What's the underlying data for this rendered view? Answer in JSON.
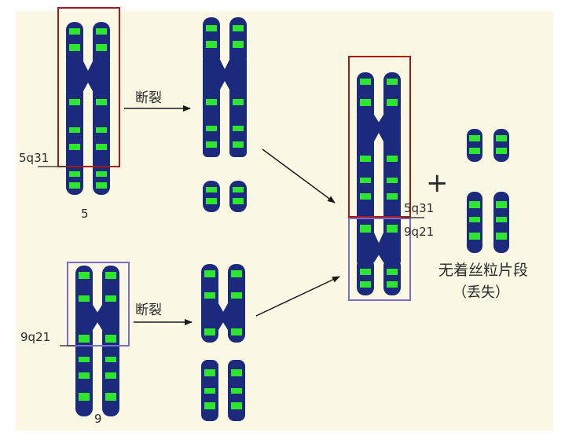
{
  "labels": {
    "band_5q31": "5q31",
    "chromosome_5": "5",
    "break_top": "断裂",
    "band_9q21": "9q21",
    "chromosome_9": "9",
    "break_bottom": "断裂",
    "fusion_band_5q31": "5q31",
    "fusion_band_9q21": "9q21",
    "plus_sign": "+",
    "acentric_fragment": "无着丝粒片段",
    "lost": "（丢失）"
  },
  "colors": {
    "background": "#fbf9e3",
    "chromatid": "#1c2a7e",
    "band": "#2ee62e",
    "highlight_red": "#a31a1a",
    "highlight_purple": "#7b6bd6",
    "arrow": "#1a1a1a"
  }
}
